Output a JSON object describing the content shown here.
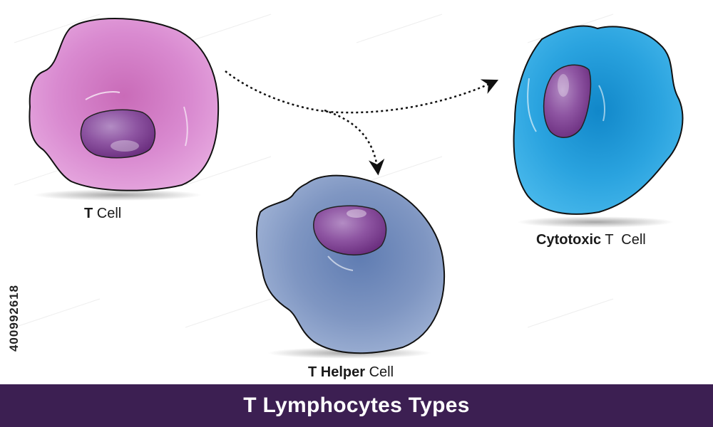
{
  "diagram": {
    "title": "T Lymphocytes Types",
    "stock_id": "400992618",
    "cells": [
      {
        "name_bold": "T",
        "name_rest": " Cell",
        "color": "#d98ad0"
      },
      {
        "name_bold": "T Helper",
        "name_rest": " Cell",
        "color": "#7f96c2"
      },
      {
        "name_bold": "Cytotoxic",
        "name_rest": " T  Cell",
        "color": "#2aa3df"
      }
    ],
    "nucleus_color": "#7a3d8c",
    "footer_color": "#3c1f52"
  }
}
